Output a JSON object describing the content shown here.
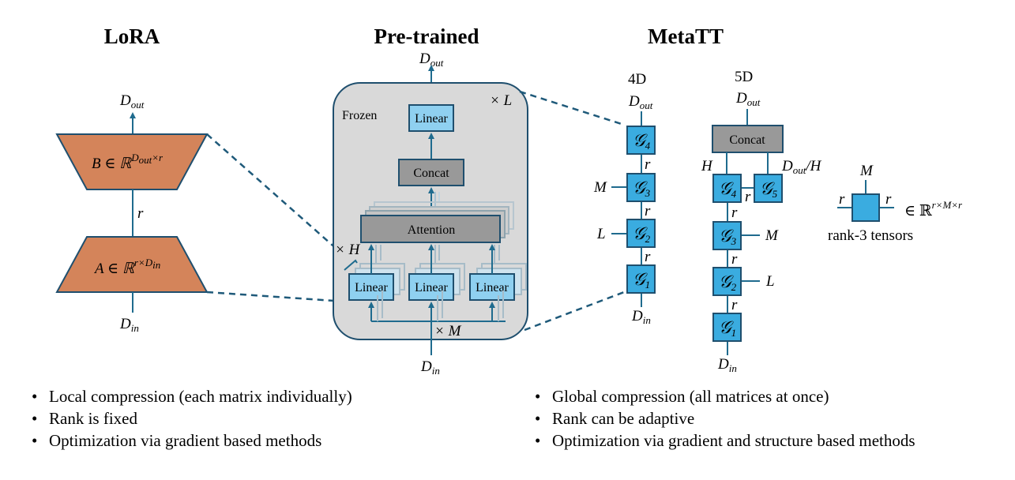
{
  "titles": {
    "lora": "LoRA",
    "pretrained": "Pre-trained",
    "metatt": "MetaTT"
  },
  "lora": {
    "d_out": "D",
    "d_out_sub": "out",
    "d_in": "D",
    "d_in_sub": "in",
    "b_label": "B ∈ ℝ",
    "b_sup": "D",
    "b_sup_sub": "out",
    "b_sup_tail": "×r",
    "a_label": "A ∈ ℝ",
    "a_sup": "r×D",
    "a_sup_sub": "in",
    "rank": "r"
  },
  "pretrained": {
    "frozen": "Frozen",
    "times_l": "× L",
    "times_h": "× H",
    "times_m": "× M",
    "linear": "Linear",
    "concat": "Concat",
    "attention": "Attention",
    "d_out": "D",
    "d_out_sub": "out",
    "d_in": "D",
    "d_in_sub": "in"
  },
  "metatt": {
    "label_4d": "4D",
    "label_5d": "5D",
    "g": "𝒢",
    "r": "r",
    "m": "M",
    "l": "L",
    "h": "H",
    "concat": "Concat",
    "d": "D",
    "out": "out",
    "in": "in",
    "d_out_over_h_tail": "/H",
    "subs": [
      "1",
      "2",
      "3",
      "4",
      "5"
    ],
    "legend_m": "M",
    "legend_r": "r",
    "legend_in": "∈ ℝ",
    "legend_sup": "r×M×r",
    "legend_caption": "rank-3 tensors"
  },
  "bullets_left": [
    "Local compression (each matrix individually)",
    "Rank is fixed",
    "Optimization via gradient based methods"
  ],
  "bullets_right": [
    "Global compression (all matrices at once)",
    "Rank can be adaptive",
    "Optimization via gradient and structure based methods"
  ],
  "colors": {
    "orange": "#d4845a",
    "blue_fill": "#3aace0",
    "light_blue": "#8fd0f0",
    "gray_panel": "#d9d9d9",
    "gray_box": "#999999",
    "edge": "#1f6b8e"
  }
}
